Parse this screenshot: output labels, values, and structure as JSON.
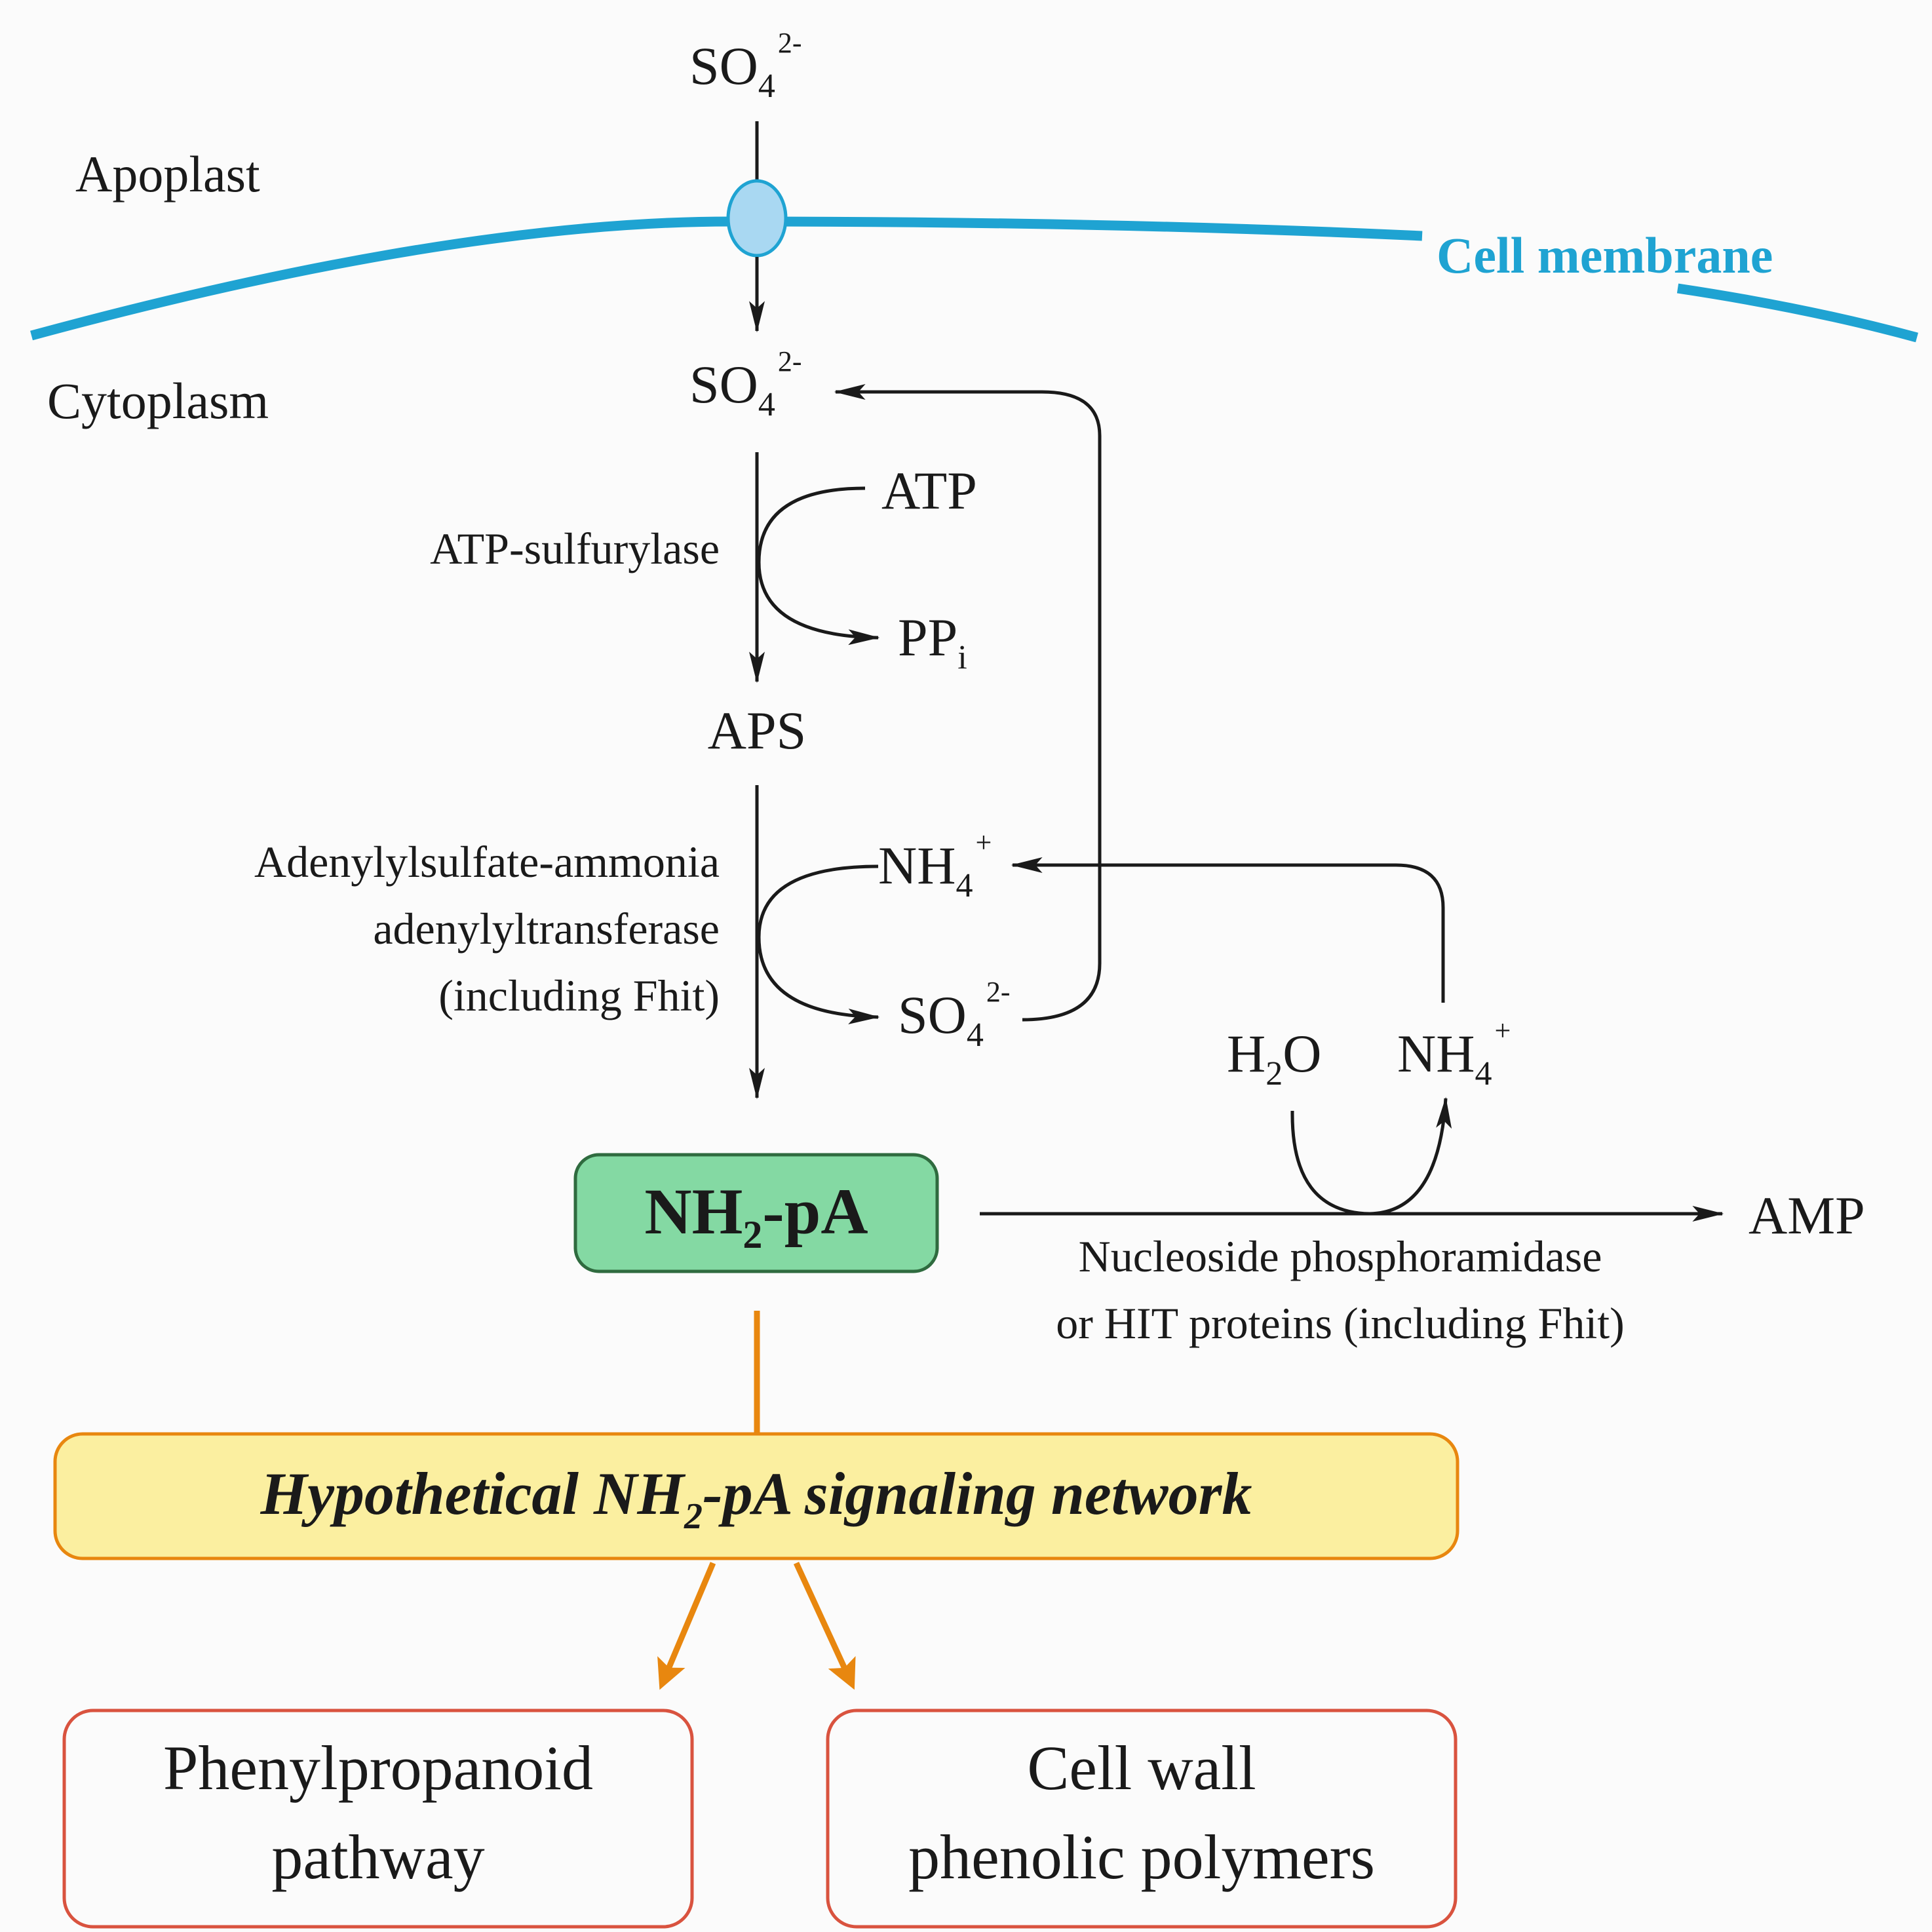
{
  "regions": {
    "apoplast": "Apoplast",
    "cytoplasm": "Cytoplasm",
    "membrane": "Cell membrane"
  },
  "species": {
    "sulfate_out": {
      "base": "SO",
      "sub": "4",
      "sup": "2-"
    },
    "sulfate_in": {
      "base": "SO",
      "sub": "4",
      "sup": "2-"
    },
    "atp": "ATP",
    "ppi": {
      "base": "PP",
      "sub": "i"
    },
    "aps": "APS",
    "ammonium_in": {
      "base": "NH",
      "sub": "4",
      "sup": "+"
    },
    "sulfate_released": {
      "base": "SO",
      "sub": "4",
      "sup": "2-"
    },
    "water": {
      "base": "H",
      "sub": "2",
      "tail": "O"
    },
    "ammonium_out": {
      "base": "NH",
      "sub": "4",
      "sup": "+"
    },
    "amp": "AMP"
  },
  "enzymes": {
    "atp_sulfurylase": "ATP-sulfurylase",
    "transferase_line1": "Adenylylsulfate-ammonia",
    "transferase_line2": "adenylyltransferase",
    "transferase_line3": "(including Fhit)",
    "hydrolase_line1": "Nucleoside phosphoramidase",
    "hydrolase_line2": "or HIT proteins (including Fhit)"
  },
  "central_node": {
    "base": "NH",
    "sub": "2",
    "tail": "-pA"
  },
  "network": {
    "prefix": "Hypothetical NH",
    "sub": "2",
    "suffix": "-pA signaling network"
  },
  "outputs": {
    "phenylpropanoid_line1": "Phenylpropanoid",
    "phenylpropanoid_line2": "pathway",
    "cellwall_line1": "Cell wall",
    "cellwall_line2": "phenolic polymers"
  },
  "colors": {
    "membrane": "#1fa3d2",
    "transporter_fill": "#a9d8f2",
    "central_fill": "#84d9a3",
    "central_border": "#2f6b3f",
    "network_fill": "#fbefa0",
    "network_border": "#e8870f",
    "output_border": "#d9533f",
    "arrow_orange": "#e8870f"
  }
}
